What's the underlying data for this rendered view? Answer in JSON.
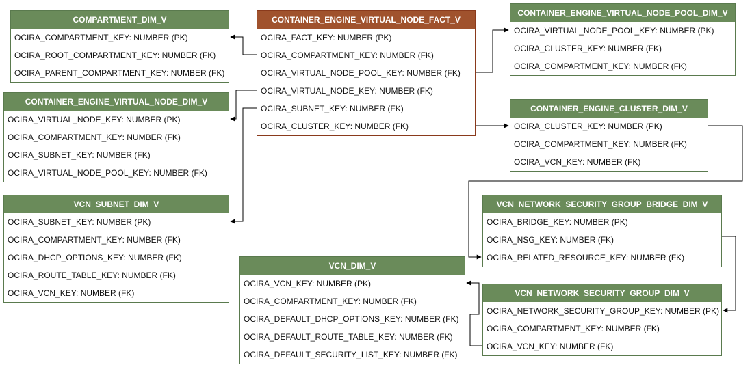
{
  "colors": {
    "dim_header": "#6a8b5a",
    "fact_header": "#a0522d",
    "line": "#000000"
  },
  "tables": {
    "compartment_dim": {
      "name": "COMPARTMENT_DIM_V",
      "fields": [
        "OCIRA_COMPARTMENT_KEY: NUMBER (PK)",
        "OCIRA_ROOT_COMPARTMENT_KEY: NUMBER (FK)",
        "OCIRA_PARENT_COMPARTMENT_KEY: NUMBER (FK)"
      ]
    },
    "virtual_node_fact": {
      "name": "CONTAINER_ENGINE_VIRTUAL_NODE_FACT_V",
      "fields": [
        "OCIRA_FACT_KEY: NUMBER (PK)",
        "OCIRA_COMPARTMENT_KEY: NUMBER (FK)",
        "OCIRA_VIRTUAL_NODE_POOL_KEY: NUMBER (FK)",
        "OCIRA_VIRTUAL_NODE_KEY: NUMBER (FK)",
        "OCIRA_SUBNET_KEY: NUMBER (FK)",
        "OCIRA_CLUSTER_KEY: NUMBER (FK)"
      ]
    },
    "virtual_node_pool_dim": {
      "name": "CONTAINER_ENGINE_VIRTUAL_NODE_POOL_DIM_V",
      "fields": [
        "OCIRA_VIRTUAL_NODE_POOL_KEY: NUMBER (PK)",
        "OCIRA_CLUSTER_KEY: NUMBER (FK)",
        "OCIRA_COMPARTMENT_KEY: NUMBER (FK)"
      ]
    },
    "virtual_node_dim": {
      "name": "CONTAINER_ENGINE_VIRTUAL_NODE_DIM_V",
      "fields": [
        "OCIRA_VIRTUAL_NODE_KEY: NUMBER (PK)",
        "OCIRA_COMPARTMENT_KEY: NUMBER (FK)",
        "OCIRA_SUBNET_KEY: NUMBER (FK)",
        "OCIRA_VIRTUAL_NODE_POOL_KEY: NUMBER (FK)"
      ]
    },
    "cluster_dim": {
      "name": "CONTAINER_ENGINE_CLUSTER_DIM_V",
      "fields": [
        "OCIRA_CLUSTER_KEY: NUMBER (PK)",
        "OCIRA_COMPARTMENT_KEY: NUMBER (FK)",
        "OCIRA_VCN_KEY: NUMBER (FK)"
      ]
    },
    "vcn_subnet_dim": {
      "name": "VCN_SUBNET_DIM_V",
      "fields": [
        "OCIRA_SUBNET_KEY: NUMBER (PK)",
        "OCIRA_COMPARTMENT_KEY: NUMBER (FK)",
        "OCIRA_DHCP_OPTIONS_KEY: NUMBER (FK)",
        "OCIRA_ROUTE_TABLE_KEY: NUMBER (FK)",
        "OCIRA_VCN_KEY: NUMBER (FK)"
      ]
    },
    "nsg_bridge_dim": {
      "name": "VCN_NETWORK_SECURITY_GROUP_BRIDGE_DIM_V",
      "fields": [
        "OCIRA_BRIDGE_KEY: NUMBER (PK)",
        "OCIRA_NSG_KEY: NUMBER (FK)",
        "OCIRA_RELATED_RESOURCE_KEY: NUMBER (FK)"
      ]
    },
    "vcn_dim": {
      "name": "VCN_DIM_V",
      "fields": [
        "OCIRA_VCN_KEY: NUMBER (PK)",
        "OCIRA_COMPARTMENT_KEY: NUMBER (FK)",
        "OCIRA_DEFAULT_DHCP_OPTIONS_KEY: NUMBER (FK)",
        "OCIRA_DEFAULT_ROUTE_TABLE_KEY: NUMBER (FK)",
        "OCIRA_DEFAULT_SECURITY_LIST_KEY: NUMBER (FK)"
      ]
    },
    "nsg_dim": {
      "name": "VCN_NETWORK_SECURITY_GROUP_DIM_V",
      "fields": [
        "OCIRA_NETWORK_SECURITY_GROUP_KEY: NUMBER (PK)",
        "OCIRA_COMPARTMENT_KEY: NUMBER (FK)",
        "OCIRA_VCN_KEY: NUMBER (FK)"
      ]
    }
  }
}
